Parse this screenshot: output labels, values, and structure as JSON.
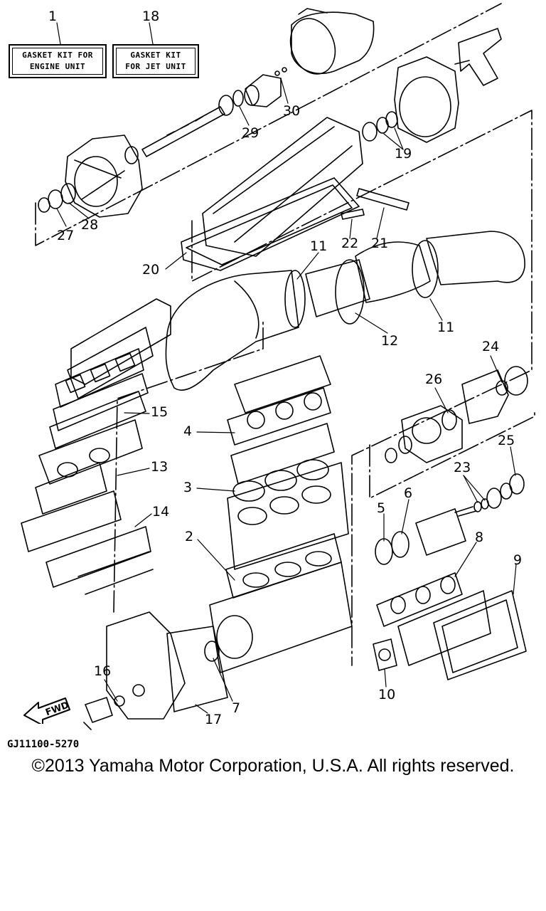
{
  "kits": {
    "engine": {
      "number": "1",
      "line1": "GASKET KIT FOR",
      "line2": "ENGINE UNIT"
    },
    "jet": {
      "number": "18",
      "line1": "GASKET KIT",
      "line2": "FOR JET UNIT"
    }
  },
  "callouts": [
    "2",
    "3",
    "4",
    "5",
    "6",
    "7",
    "8",
    "9",
    "10",
    "11",
    "11",
    "12",
    "13",
    "14",
    "15",
    "16",
    "17",
    "19",
    "20",
    "21",
    "22",
    "23",
    "24",
    "25",
    "26",
    "27",
    "28",
    "29",
    "30"
  ],
  "fwd_label": "FWD",
  "drawing_code": "GJ11100-5270",
  "copyright": "©2013 Yamaha Motor Corporation, U.S.A. All rights reserved."
}
